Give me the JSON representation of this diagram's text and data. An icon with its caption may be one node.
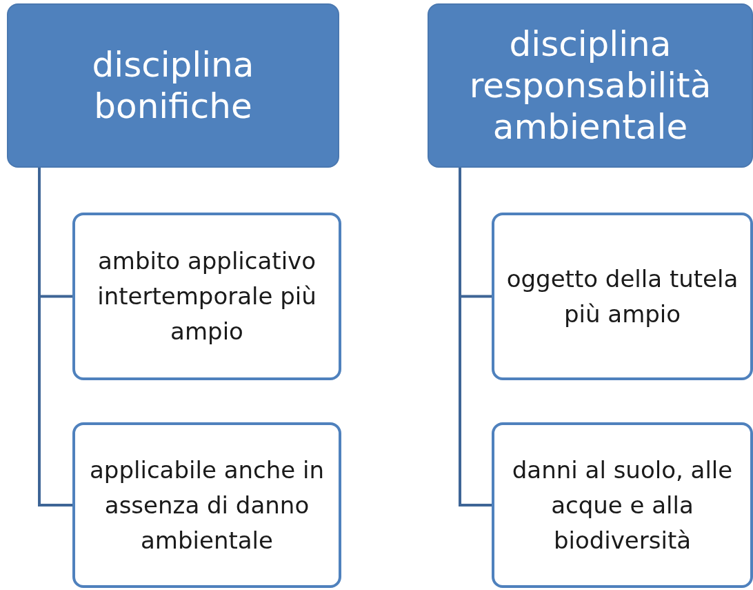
{
  "diagram": {
    "nodes": [
      {
        "text": [
          "disciplina bonifiche"
        ]
      },
      {
        "text": [
          "ambito applicativo intertemporale più ampio"
        ]
      },
      {
        "text": [
          "applicabile anche in assenza di danno ambientale"
        ]
      },
      {
        "text": [
          "disciplina responsabilità ambientale"
        ]
      },
      {
        "text": [
          "oggetto della tutela più ampio"
        ]
      },
      {
        "text": [
          "danni al suolo, alle acque e alla biodiversità"
        ]
      }
    ],
    "edges": [
      {
        "from": 0,
        "to": 1,
        "arrow": "none"
      },
      {
        "from": 0,
        "to": 2,
        "arrow": "none"
      },
      {
        "from": 3,
        "to": 4,
        "arrow": "none"
      },
      {
        "from": 3,
        "to": 5,
        "arrow": "none"
      }
    ]
  }
}
